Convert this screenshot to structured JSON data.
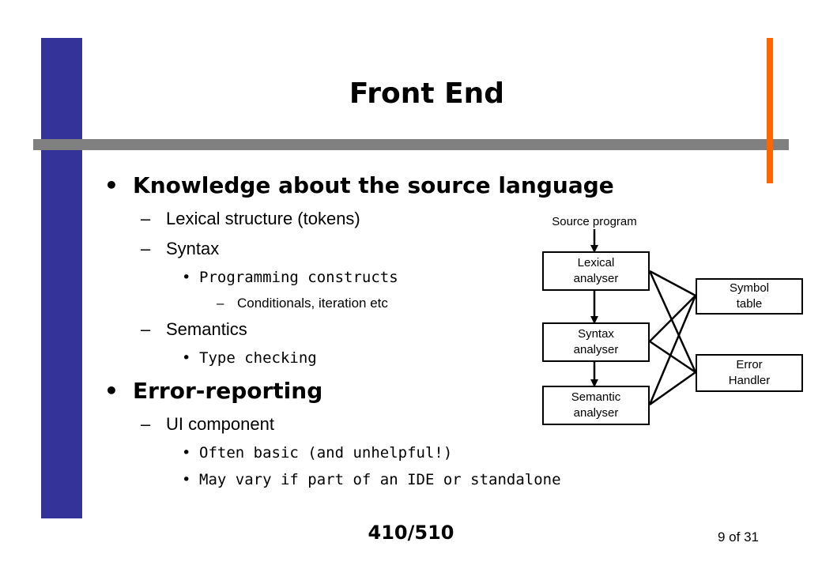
{
  "slide": {
    "title": "Front End",
    "footer": "410/510",
    "page_number": "9 of 31"
  },
  "content": {
    "bullet1": "Knowledge about the source language",
    "bullet1_items": {
      "lexical": "Lexical structure (tokens)",
      "syntax": "Syntax",
      "programming_constructs": "Programming constructs",
      "conditionals": "Conditionals, iteration etc",
      "semantics": "Semantics",
      "type_checking": "Type checking"
    },
    "bullet2": "Error-reporting",
    "bullet2_items": {
      "ui_component": "UI component",
      "often_basic": "Often basic (and unhelpful!)",
      "may_vary": "May vary if part of an IDE or standalone"
    }
  },
  "diagram": {
    "source_label": "Source program",
    "lexical": "Lexical\nanalyser",
    "syntax": "Syntax\nanalyser",
    "semantic": "Semantic\nanalyser",
    "symbol_table": "Symbol\ntable",
    "error_handler": "Error\nHandler"
  },
  "colors": {
    "accent_bar": "#333399",
    "rule": "#808080",
    "highlight": "#ff6600"
  },
  "glyphs": {
    "bullet": "•",
    "dash": "–"
  }
}
